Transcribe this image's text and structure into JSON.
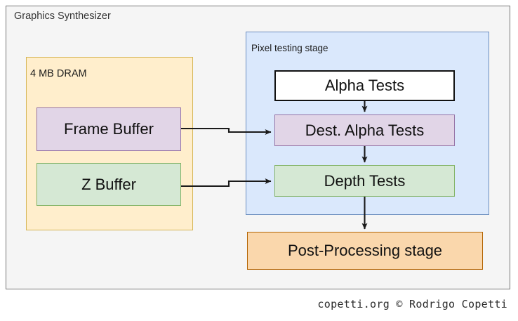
{
  "diagram": {
    "outer": {
      "title": "Graphics Synthesizer",
      "border_color": "#767676",
      "fill_color": "#f5f5f5"
    },
    "groups": [
      {
        "id": "dram",
        "title": "4 MB DRAM",
        "fill_color": "#ffeecc",
        "border_color": "#d6b656"
      },
      {
        "id": "pixel-testing",
        "title": "Pixel testing stage",
        "fill_color": "#dae8fc",
        "border_color": "#6c8ebf"
      }
    ],
    "nodes": [
      {
        "id": "frame-buffer",
        "label": "Frame Buffer",
        "fill_color": "#e1d5e7",
        "border_color": "#9673a6"
      },
      {
        "id": "z-buffer",
        "label": "Z Buffer",
        "fill_color": "#d5e8d4",
        "border_color": "#82b366"
      },
      {
        "id": "alpha-tests",
        "label": "Alpha Tests",
        "fill_color": "#ffffff",
        "border_color": "#111111"
      },
      {
        "id": "dest-alpha-tests",
        "label": "Dest. Alpha Tests",
        "fill_color": "#e1d5e7",
        "border_color": "#9673a6"
      },
      {
        "id": "depth-tests",
        "label": "Depth Tests",
        "fill_color": "#d5e8d4",
        "border_color": "#82b366"
      },
      {
        "id": "post-processing",
        "label": "Post-Processing stage",
        "fill_color": "#fad7ac",
        "border_color": "#b46504"
      }
    ],
    "edges": [
      {
        "from": "alpha-tests",
        "to": "dest-alpha-tests"
      },
      {
        "from": "dest-alpha-tests",
        "to": "depth-tests"
      },
      {
        "from": "frame-buffer",
        "to": "dest-alpha-tests"
      },
      {
        "from": "z-buffer",
        "to": "depth-tests"
      },
      {
        "from": "depth-tests",
        "to": "post-processing"
      }
    ],
    "edge_color": "#1a1a1a"
  },
  "footer": {
    "credit": "copetti.org © Rodrigo Copetti"
  }
}
